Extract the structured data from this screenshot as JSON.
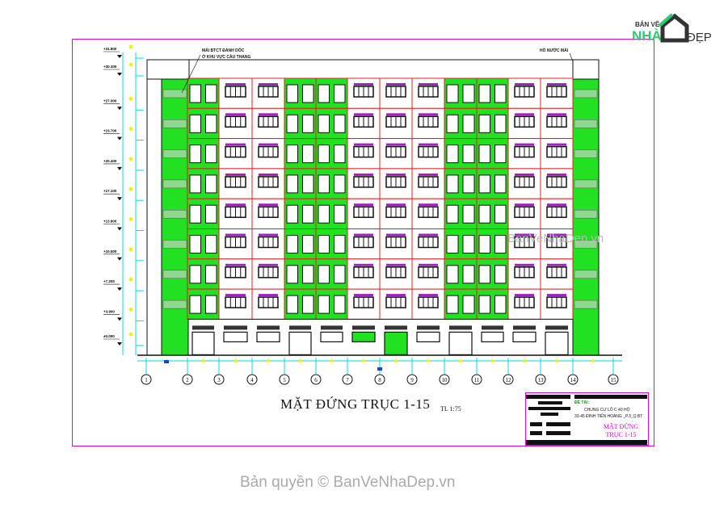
{
  "drawing": {
    "title": "MẶT ĐỨNG TRỤC 1-15",
    "scale": "TL 1:75",
    "note_roof": "MÁI BTCT ĐÁNH DỐC",
    "note_roof2": "Ở KHU VỰC CẦU THANG",
    "note_right": "HỒ NƯỚC MÁI",
    "axes": [
      "1",
      "2",
      "3",
      "4",
      "5",
      "6",
      "7",
      "8",
      "9",
      "10",
      "11",
      "12",
      "13",
      "14",
      "15"
    ],
    "levels": [
      "+31.800",
      "+30.300",
      "+27.000",
      "+23.700",
      "+20.400",
      "+17.100",
      "+13.800",
      "+10.500",
      "+7.200",
      "+3.900",
      "±0.000"
    ],
    "floors": 8,
    "colors": {
      "frame": "#e000e0",
      "green": "#22e022",
      "red": "#e02020",
      "purple": "#a020c0",
      "cyan": "#00d8e8",
      "yellow": "#f0f020"
    }
  },
  "title_block": {
    "label_project": "ĐỀ TÀI:",
    "project": "CHUNG CƯ LÔ C 40 HỘ",
    "address": "33-45 ĐINH TIÊN HOÀNG _P.3_Q.BT",
    "sheet": "MẶT ĐỨNG TRỤC 1-15"
  },
  "logo": {
    "line1": "BẢN VẼ",
    "line2": "NHÀ",
    "line3": "ĐẸP"
  },
  "watermark": {
    "side": "BanVeNhaDep.vn",
    "bottom": "Bản quyền © BanVeNhaDep.vn"
  }
}
